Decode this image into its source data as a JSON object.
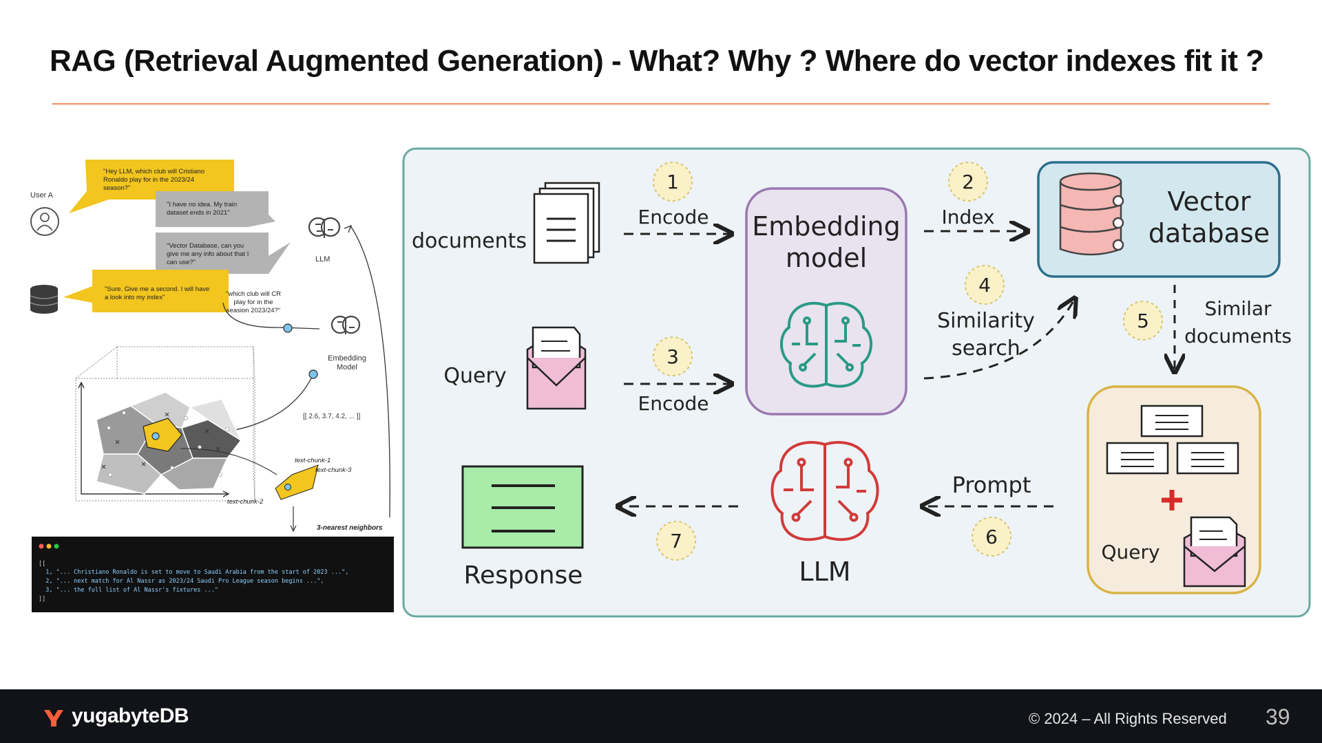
{
  "slide": {
    "title": "RAG (Retrieval Augmented Generation) - What? Why ? Where do vector indexes fit it ?",
    "page_number": "39",
    "footer_copyright": "© 2024 – All Rights Reserved",
    "brand": "yugabyteDB"
  },
  "left_diagram": {
    "user_label": "User A",
    "bubble_user_question": [
      "\"Hey LLM, which club will Cristiano",
      "Ronaldo play for in the 2023/24",
      "season?\""
    ],
    "bubble_llm_no_idea": [
      "\"I have no idea. My train",
      "dataset ends in 2021\""
    ],
    "bubble_llm_ask_db": [
      "\"Vector Database, can you",
      "give me any info about that I",
      "can use?\""
    ],
    "bubble_db_reply": [
      "\"Sure. Give me a second. I will have",
      "a look into my index\""
    ],
    "query_text": [
      "\"which club will CR",
      "play for in the",
      "seasion 2023/24?\""
    ],
    "llm_label": "LLM",
    "embedding_label": [
      "Embedding",
      "Model"
    ],
    "vector_text": "[[ 2.6, 3.7, 4.2, ... ]]",
    "chunk1": "text-chunk-1",
    "chunk2": "text-chunk-2",
    "chunk3": "text-chunk-3",
    "neighbors_label": "3-nearest neighbors",
    "terminal_lines": [
      "[[",
      "  1, \"... Christiano Ronaldo is set to move to Saudi Arabia from the start of 2023 ...\",",
      "  2, \"... next match for Al Nassr as 2023/24 Saudi Pro League season begins ...\",",
      "  3, \"... the full list of Al Nassr's fixtures ...\"",
      "]]"
    ]
  },
  "right_diagram": {
    "documents_label": "documents",
    "query_label": "Query",
    "encode_top": "Encode",
    "encode_bottom": "Encode",
    "embedding_label": [
      "Embedding",
      "model"
    ],
    "index_label": "Index",
    "vector_db_label": [
      "Vector",
      "database"
    ],
    "similarity_label": [
      "Similarity",
      "search"
    ],
    "similar_docs_label": [
      "Similar",
      "documents"
    ],
    "prompt_label": "Prompt",
    "llm_label": "LLM",
    "response_label": "Response",
    "bundle_query_label": "Query",
    "steps": [
      "1",
      "2",
      "3",
      "4",
      "5",
      "6",
      "7"
    ]
  }
}
